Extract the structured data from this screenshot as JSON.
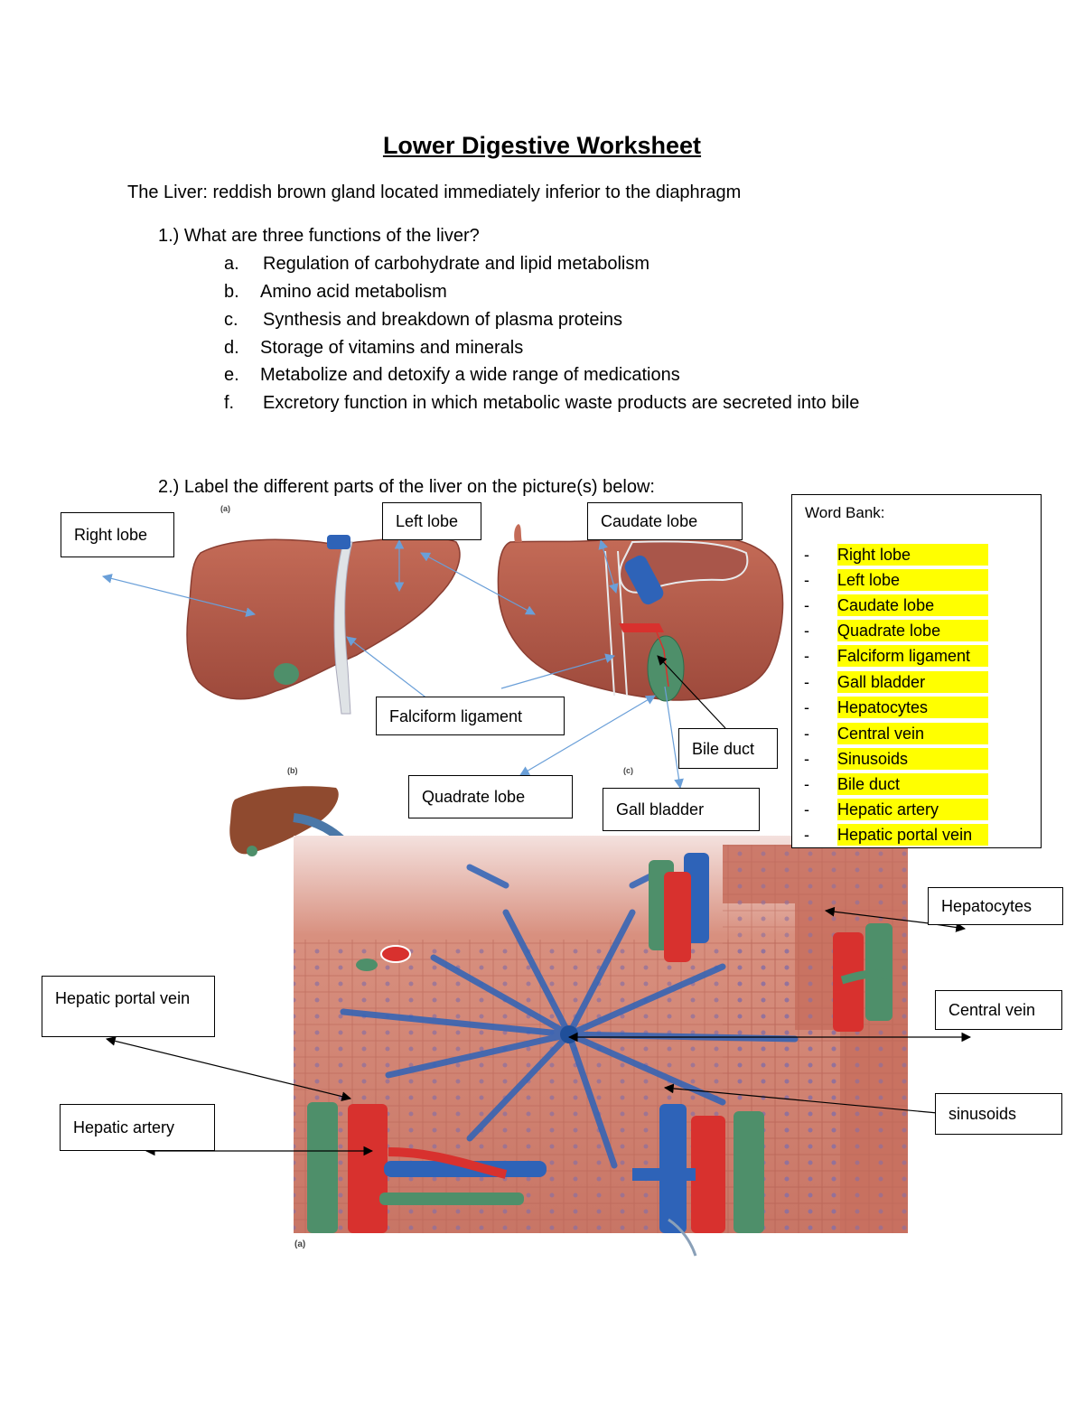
{
  "title": " Lower Digestive Worksheet",
  "intro": "The Liver: reddish brown gland located immediately inferior to the diaphragm",
  "question1": {
    "number": "1.)",
    "text": "What are three functions of the liver?",
    "answers": [
      {
        "letter": "a.",
        "text": "Regulation of carbohydrate and lipid metabolism"
      },
      {
        "letter": "b.",
        "text": "Amino acid metabolism"
      },
      {
        "letter": "c.",
        "text": "Synthesis and breakdown of plasma proteins"
      },
      {
        "letter": "d.",
        "text": "Storage of vitamins and minerals"
      },
      {
        "letter": "e.",
        "text": "Metabolize and detoxify a wide range of medications"
      },
      {
        "letter": "f.",
        "text": "Excretory function in which metabolic waste products are secreted into bile"
      }
    ]
  },
  "question2": {
    "number": "2.)",
    "text": "Label the different parts of the liver on the picture(s) below:"
  },
  "labels": {
    "right_lobe": "Right lobe",
    "left_lobe": "Left lobe",
    "caudate_lobe": "Caudate lobe",
    "falciform_ligament": "Falciform ligament",
    "bile_duct": "Bile duct",
    "quadrate_lobe": "Quadrate lobe",
    "gall_bladder": "Gall bladder",
    "hepatocytes": "Hepatocytes",
    "central_vein": "Central vein",
    "sinusoids": "sinusoids",
    "hepatic_portal_vein": "Hepatic portal vein",
    "hepatic_artery": "Hepatic artery"
  },
  "word_bank": {
    "title": "Word Bank:",
    "dash": "-",
    "items": [
      "Right lobe",
      "Left lobe",
      "Caudate lobe",
      "Quadrate lobe",
      "Falciform ligament",
      "Gall bladder",
      "Hepatocytes",
      "Central vein",
      "Sinusoids",
      "Bile duct",
      "Hepatic artery",
      "Hepatic portal vein"
    ]
  },
  "figure_letters": {
    "top_a": "(a)",
    "b": "(b)",
    "c": "(c)",
    "bottom_a": "(a)"
  },
  "colors": {
    "liver": "#b85c4a",
    "vein_blue": "#2e63b8",
    "artery_red": "#d8312e",
    "bile_green": "#4e8f6a",
    "highlight": "#ffff00",
    "arrow": "#6a9fd8"
  }
}
